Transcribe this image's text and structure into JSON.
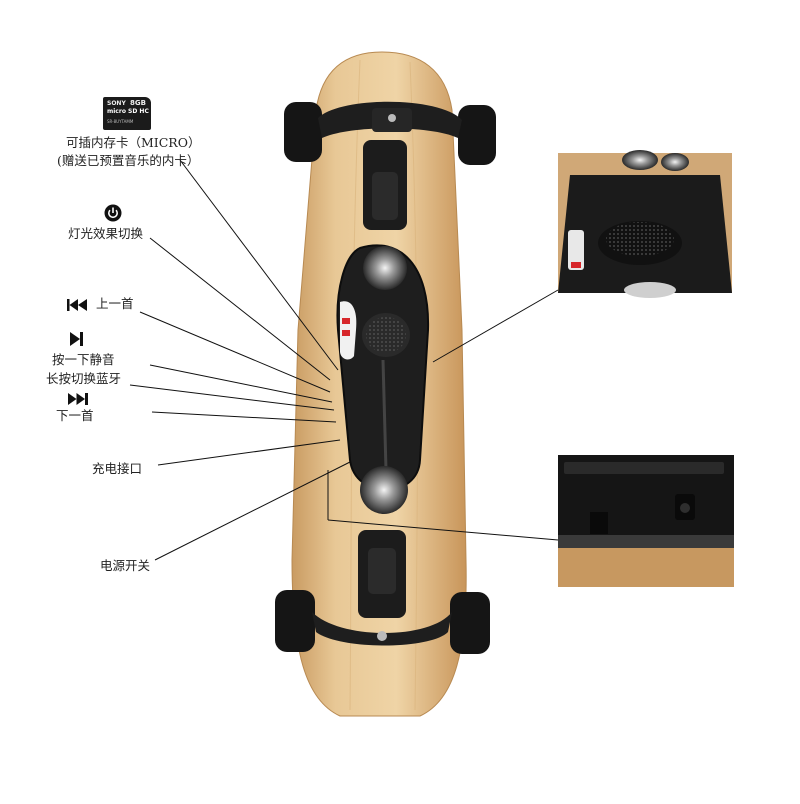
{
  "sd_card": {
    "brand": "SONY",
    "capacity": "8GB",
    "logo": "micro SD HC",
    "model": "SR-8UYTAMM"
  },
  "callouts": {
    "memory_card_line1": "可插内存卡（MICRO）",
    "memory_card_line2": "(赠送已预置音乐的内卡）",
    "light_effect": "灯光效果切换",
    "prev_track": "上一首",
    "mute_line1": "按一下静音",
    "mute_line2": "长按切换蓝牙",
    "next_track": "下一首",
    "charging_port": "充电接口",
    "power_switch": "电源开关"
  },
  "colors": {
    "deck": "#e4c08c",
    "module": "#1e1e1e",
    "wheel": "#151515",
    "accent_red": "#d7262a"
  }
}
